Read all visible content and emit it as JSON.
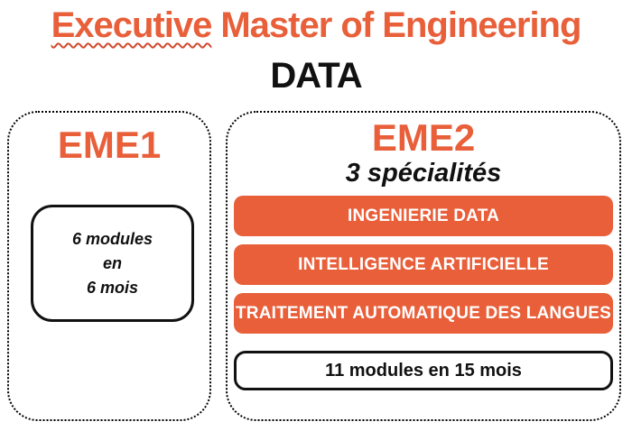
{
  "header": {
    "title_highlighted_word": "Executive",
    "title_rest": "Master of Engineering",
    "subtitle": "DATA"
  },
  "eme1": {
    "title": "EME1",
    "duration_lines": [
      "6 modules",
      "en",
      "6 mois"
    ]
  },
  "eme2": {
    "title": "EME2",
    "subtitle": "3 spécialités",
    "specialties": [
      "INGENIERIE DATA",
      "INTELLIGENCE ARTIFICIELLE",
      "TRAITEMENT AUTOMATIQUE DES LANGUES"
    ],
    "duration": "11 modules en 15 mois"
  },
  "colors": {
    "accent_orange": "#E85F3A",
    "squiggle_underline_red": "#D14A2E",
    "panel_border_black": "#000000",
    "bar_text_white": "#FFFFFF",
    "body_text_black": "#111111"
  }
}
